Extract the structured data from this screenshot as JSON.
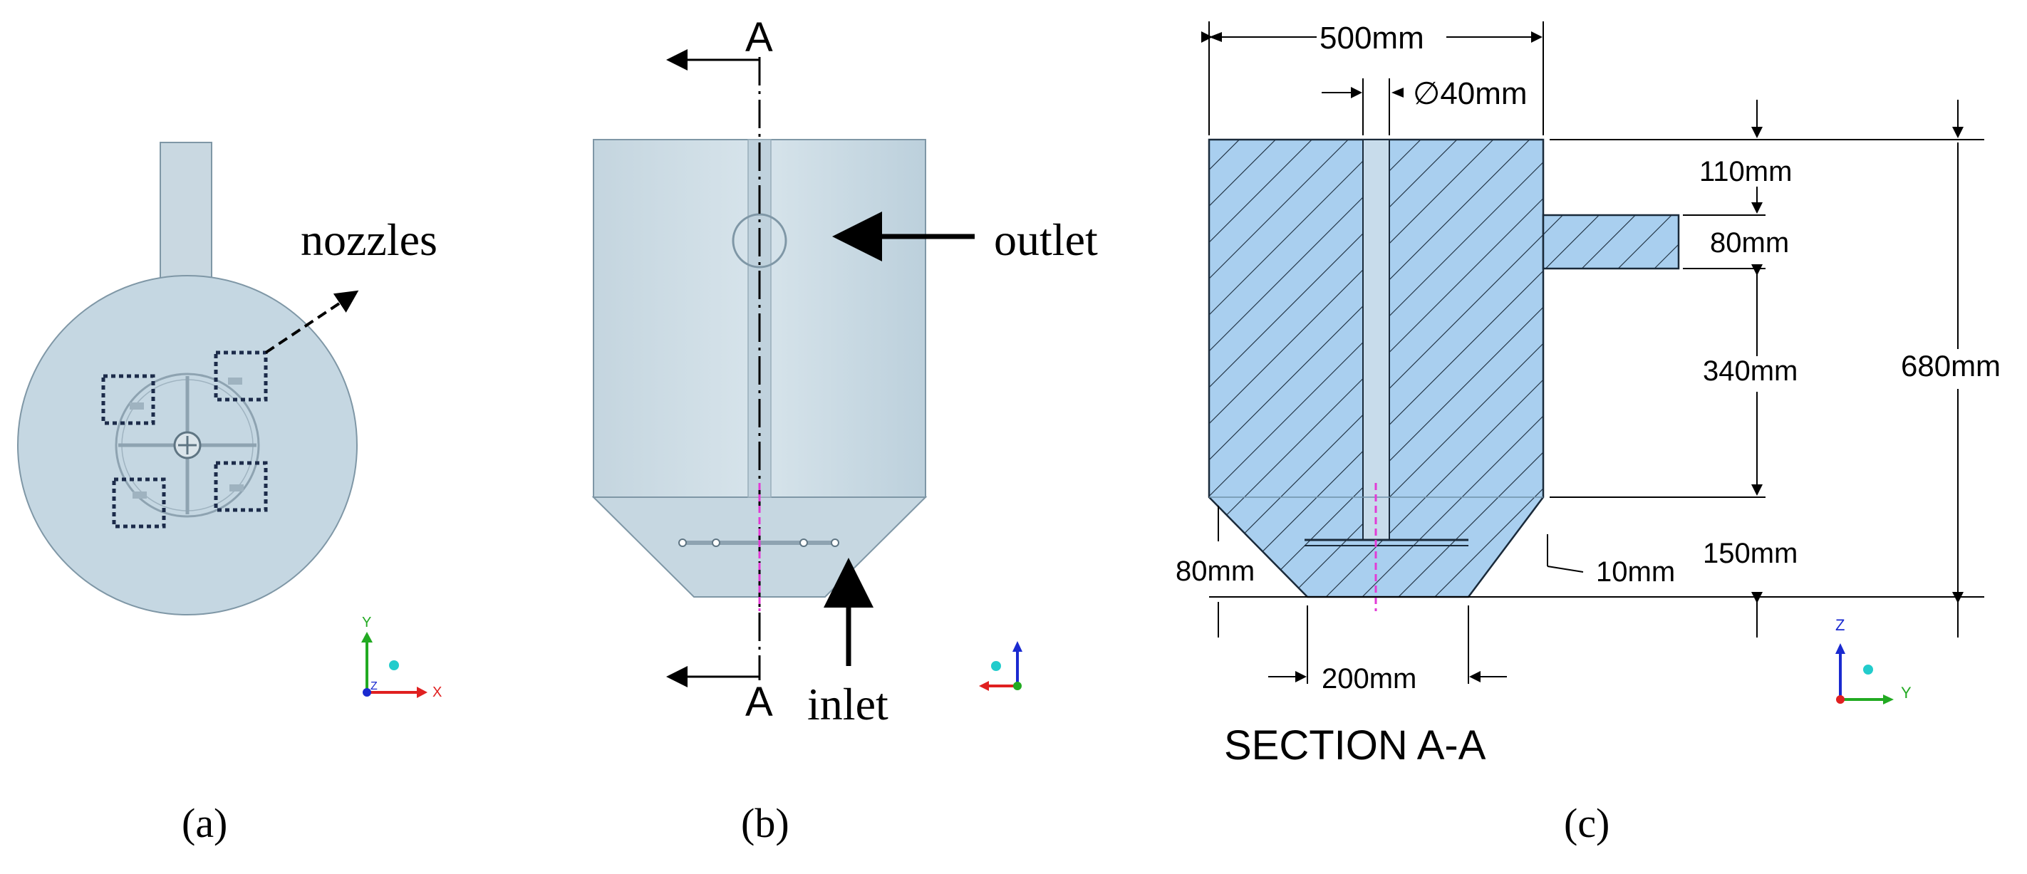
{
  "panels": {
    "a": {
      "caption": "(a)",
      "label_nozzles": "nozzles",
      "axis_x": "X",
      "axis_y": "Y",
      "axis_z": "Z"
    },
    "b": {
      "caption": "(b)",
      "label_outlet": "outlet",
      "label_inlet": "inlet",
      "section_top": "A",
      "section_bottom": "A"
    },
    "c": {
      "caption": "(c)",
      "section_title": "SECTION A-A",
      "dim_width": "500mm",
      "dim_pipe": "∅40mm",
      "dim_110": "110mm",
      "dim_80_outlet": "80mm",
      "dim_340": "340mm",
      "dim_680": "680mm",
      "dim_150": "150mm",
      "dim_10": "10mm",
      "dim_80_left": "80mm",
      "dim_200": "200mm",
      "axis_y": "Y",
      "axis_z": "Z"
    }
  },
  "colors": {
    "body_fill": "#cfdde6",
    "body_stroke": "#7f97a6",
    "section_fill": "#a9cfef",
    "hatch": "#1a2a3a",
    "axis_x": "#e02020",
    "axis_y": "#22aa22",
    "axis_z": "#1a2ad0",
    "dim_line": "#000000",
    "nozzle_box": "#1c2b4a"
  }
}
